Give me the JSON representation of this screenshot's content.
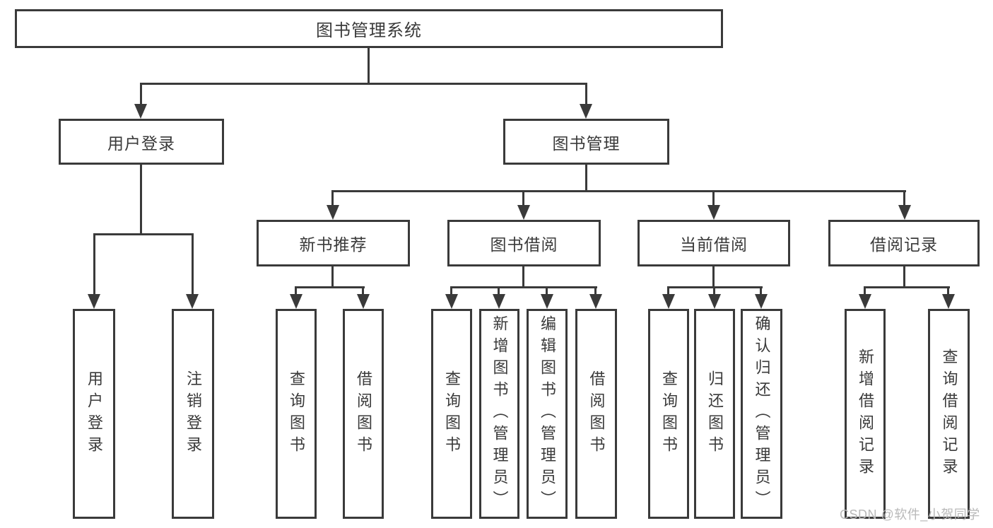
{
  "root_label": "图书管理系统",
  "level2": {
    "user_login": "用户登录",
    "book_management": "图书管理"
  },
  "level3": {
    "new_book_recommend": "新书推荐",
    "book_borrow": "图书借阅",
    "current_borrow": "当前借阅",
    "borrow_records": "借阅记录"
  },
  "leaves": {
    "user_login": [
      "用户登录",
      "注销登录"
    ],
    "new_book_recommend": [
      "查询图书",
      "借阅图书"
    ],
    "book_borrow": [
      "查询图书",
      "新增图书（管理员）",
      "编辑图书（管理员）",
      "借阅图书"
    ],
    "current_borrow": [
      "查询图书",
      "归还图书",
      "确认归还（管理员）"
    ],
    "borrow_records": [
      "新增借阅记录",
      "查询借阅记录"
    ]
  },
  "watermark": "CSDN @软件_小贺同学",
  "colors": {
    "line": "#3a3a3a",
    "text": "#3a3a3a",
    "watermark": "#b9b9b9",
    "background": "#ffffff"
  }
}
